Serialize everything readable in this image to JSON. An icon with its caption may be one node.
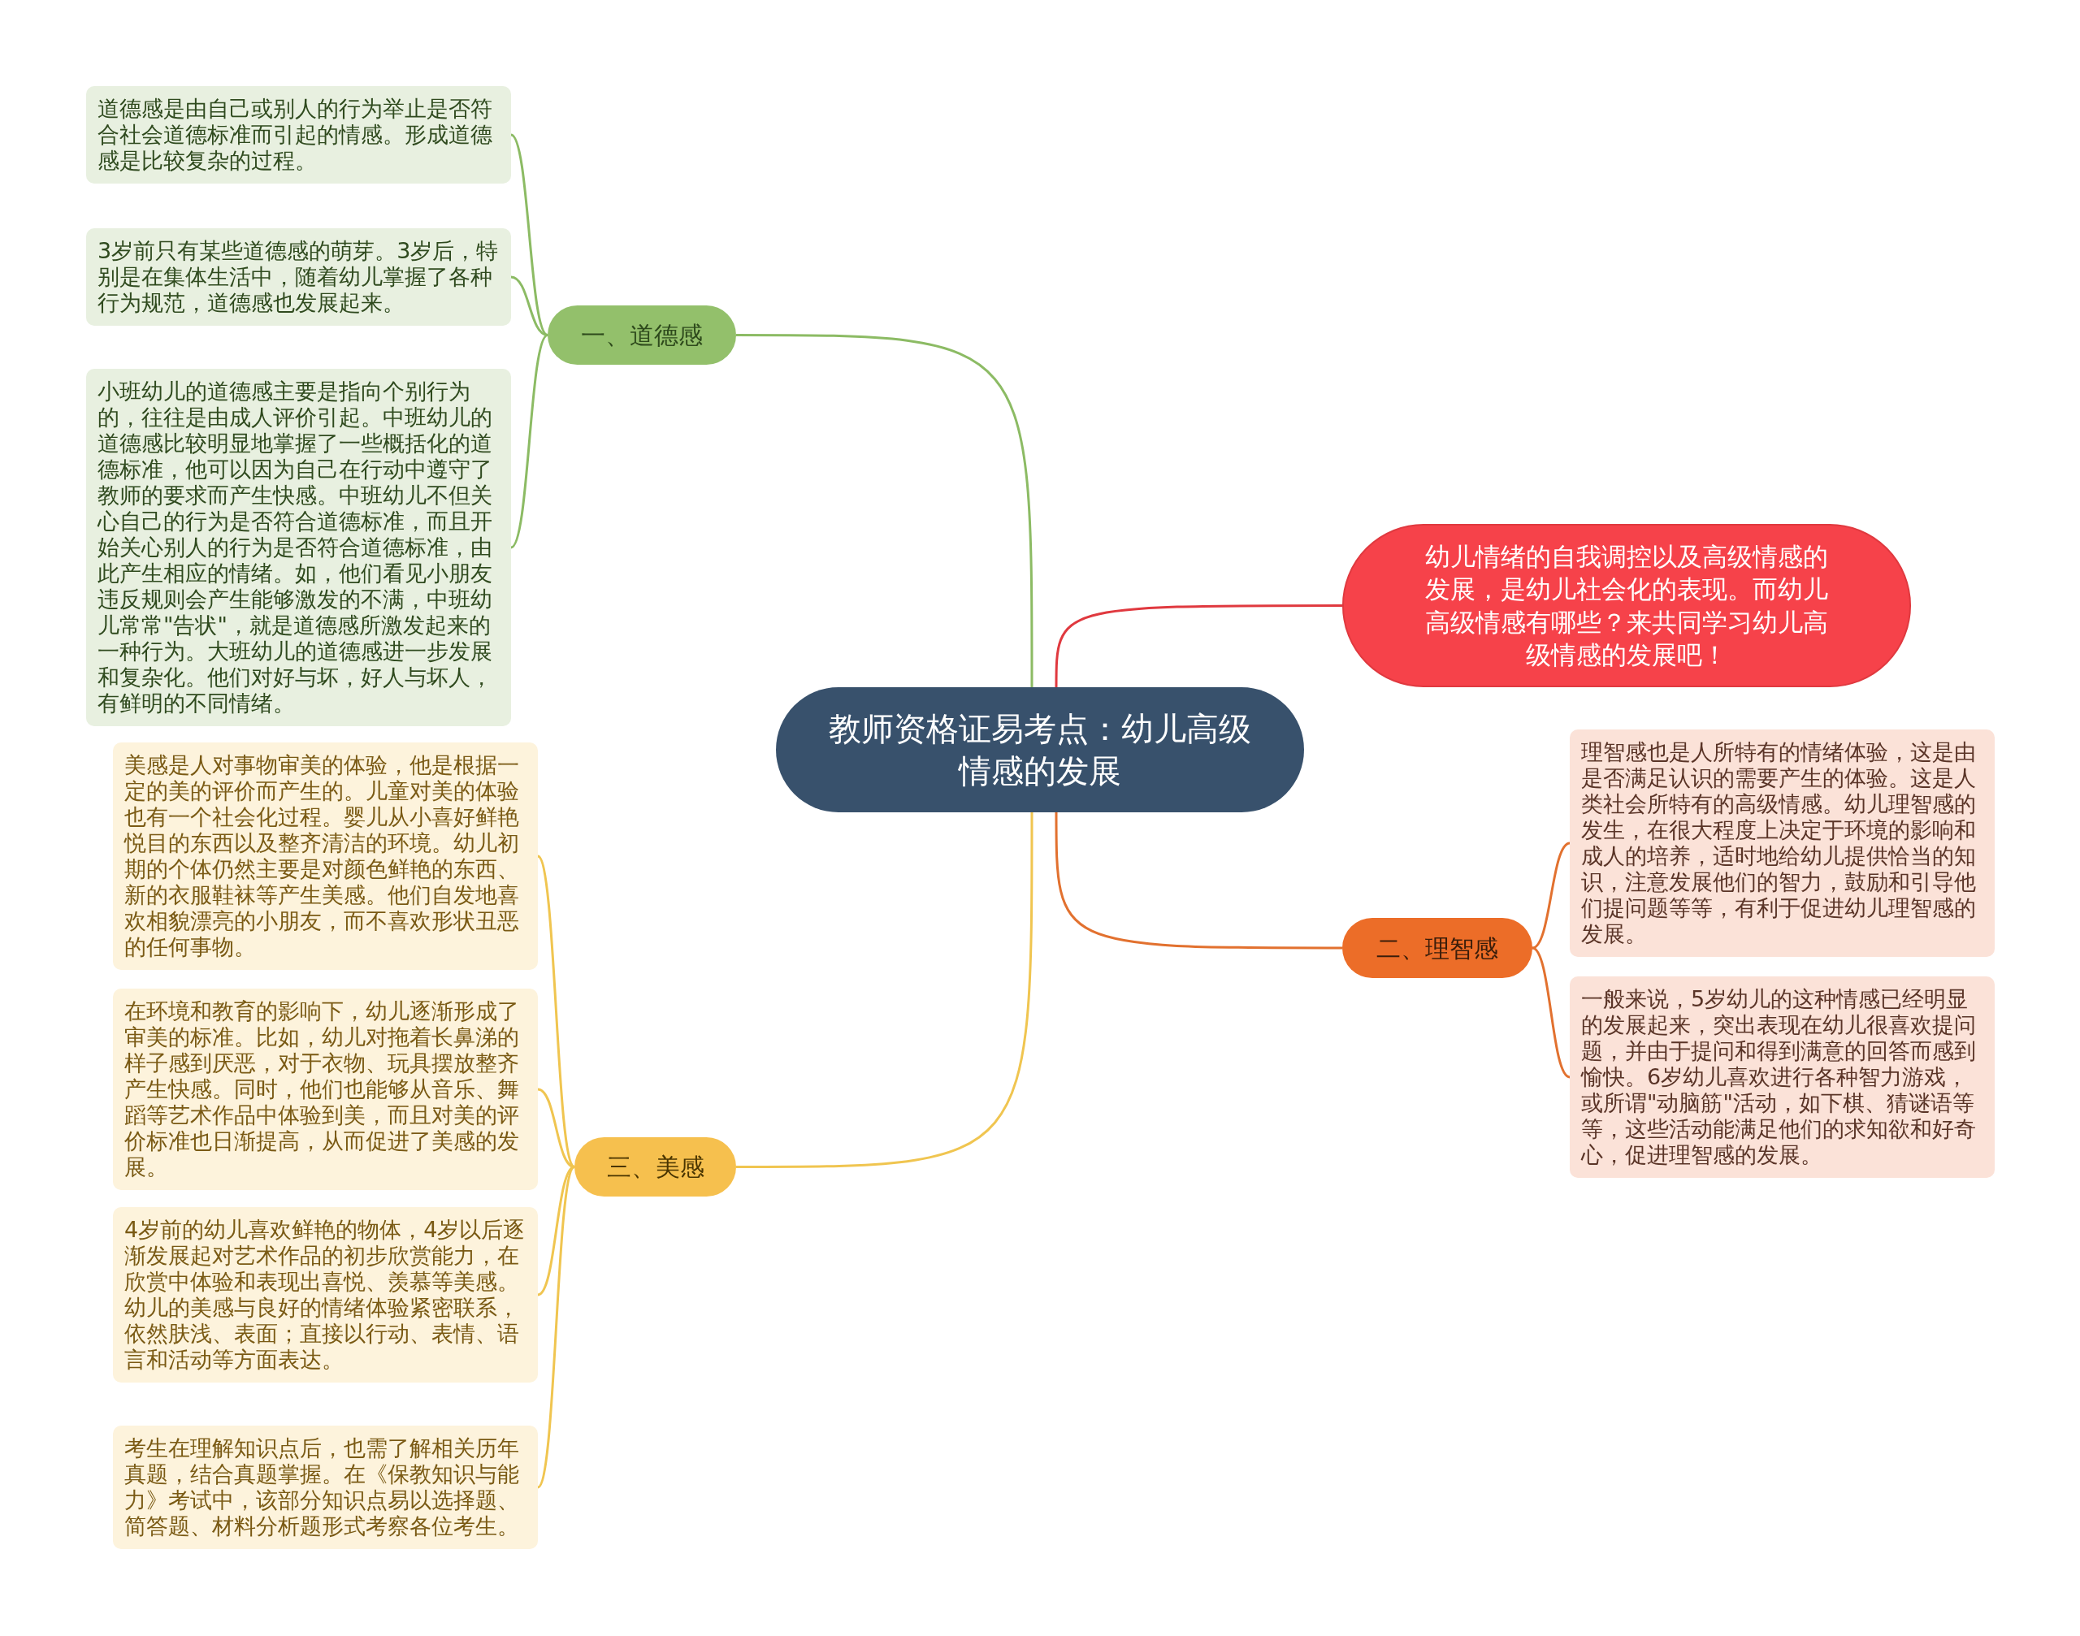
{
  "diagram": {
    "nodes": [
      {
        "text": [
          "教师资格证易考点：幼儿高级情感的发展"
        ]
      },
      {
        "text": [
          "幼儿情绪的自我调控以及高级情感的发展，是幼儿社会化的表现。而幼儿高级情感有哪些？来共同学习幼儿高级情感的发展吧！"
        ]
      },
      {
        "text": [
          "一、道德感"
        ]
      },
      {
        "text": [
          "道德感是由自己或别人的行为举止是否符合社会道德标准而引起的情感。形成道德感是比较复杂的过程。"
        ]
      },
      {
        "text": [
          "3岁前只有某些道德感的萌芽。3岁后，特别是在集体生活中，随着幼儿掌握了各种行为规范，道德感也发展起来。"
        ]
      },
      {
        "text": [
          "小班幼儿的道德感主要是指向个别行为的，往往是由成人评价引起。中班幼儿的道德感比较明显地掌握了一些概括化的道德标准，他可以因为自己在行动中遵守了教师的要求而产生快感。中班幼儿不但关心自己的行为是否符合道德标准，而且开始关心别人的行为是否符合道德标准，由此产生相应的情绪。如，他们看见小朋友违反规则会产生能够激发的不满，中班幼儿常常\"告状\"，就是道德感所激发起来的一种行为。大班幼儿的道德感进一步发展和复杂化。他们对好与坏，好人与坏人，有鲜明的不同情绪。"
        ]
      },
      {
        "text": [
          "二、理智感"
        ]
      },
      {
        "text": [
          "理智感也是人所特有的情绪体验，这是由是否满足认识的需要产生的体验。这是人类社会所特有的高级情感。幼儿理智感的发生，在很大程度上决定于环境的影响和成人的培养，适时地给幼儿提供恰当的知识，注意发展他们的智力，鼓励和引导他们提问题等等，有利于促进幼儿理智感的发展。"
        ]
      },
      {
        "text": [
          "一般来说，5岁幼儿的这种情感已经明显的发展起来，突出表现在幼儿很喜欢提问题，并由于提问和得到满意的回答而感到愉快。6岁幼儿喜欢进行各种智力游戏，或所谓\"动脑筋\"活动，如下棋、猜谜语等等，这些活动能满足他们的求知欲和好奇心，促进理智感的发展。"
        ]
      },
      {
        "text": [
          "三、美感"
        ]
      },
      {
        "text": [
          "美感是人对事物审美的体验，他是根据一定的美的评价而产生的。儿童对美的体验也有一个社会化过程。婴儿从小喜好鲜艳悦目的东西以及整齐清洁的环境。幼儿初期的个体仍然主要是对颜色鲜艳的东西、新的衣服鞋袜等产生美感。他们自发地喜欢相貌漂亮的小朋友，而不喜欢形状丑恶的任何事物。"
        ]
      },
      {
        "text": [
          "在环境和教育的影响下，幼儿逐渐形成了审美的标准。比如，幼儿对拖着长鼻涕的样子感到厌恶，对于衣物、玩具摆放整齐产生快感。同时，他们也能够从音乐、舞蹈等艺术作品中体验到美，而且对美的评价标准也日渐提高，从而促进了美感的发展。"
        ]
      },
      {
        "text": [
          "4岁前的幼儿喜欢鲜艳的物体，4岁以后逐渐发展起对艺术作品的初步欣赏能力，在欣赏中体验和表现出喜悦、羡慕等美感。幼儿的美感与良好的情绪体验紧密联系，依然肤浅、表面；直接以行动、表情、语言和活动等方面表达。"
        ]
      },
      {
        "text": [
          "考生在理解知识点后，也需了解相关历年真题，结合真题掌握。在《保教知识与能力》考试中，该部分知识点易以选择题、简答题、材料分析题形式考察各位考生。"
        ]
      }
    ],
    "edges": [
      {
        "from": 0,
        "to": 2,
        "arrow": "none",
        "color": "#8cbb64"
      },
      {
        "from": 0,
        "to": 1,
        "arrow": "none",
        "color": "#e0393f"
      },
      {
        "from": 0,
        "to": 6,
        "arrow": "none",
        "color": "#e2712f"
      },
      {
        "from": 0,
        "to": 9,
        "arrow": "none",
        "color": "#f0c550"
      },
      {
        "from": 2,
        "to": 3,
        "arrow": "none",
        "color": "#8cbb64"
      },
      {
        "from": 2,
        "to": 4,
        "arrow": "none",
        "color": "#8cbb64"
      },
      {
        "from": 2,
        "to": 5,
        "arrow": "none",
        "color": "#8cbb64"
      },
      {
        "from": 6,
        "to": 7,
        "arrow": "none",
        "color": "#e2712f"
      },
      {
        "from": 6,
        "to": 8,
        "arrow": "none",
        "color": "#e2712f"
      },
      {
        "from": 9,
        "to": 10,
        "arrow": "none",
        "color": "#f0c550"
      },
      {
        "from": 9,
        "to": 11,
        "arrow": "none",
        "color": "#f0c550"
      },
      {
        "from": 9,
        "to": 12,
        "arrow": "none",
        "color": "#f0c550"
      },
      {
        "from": 9,
        "to": 13,
        "arrow": "none",
        "color": "#f0c550"
      }
    ]
  }
}
